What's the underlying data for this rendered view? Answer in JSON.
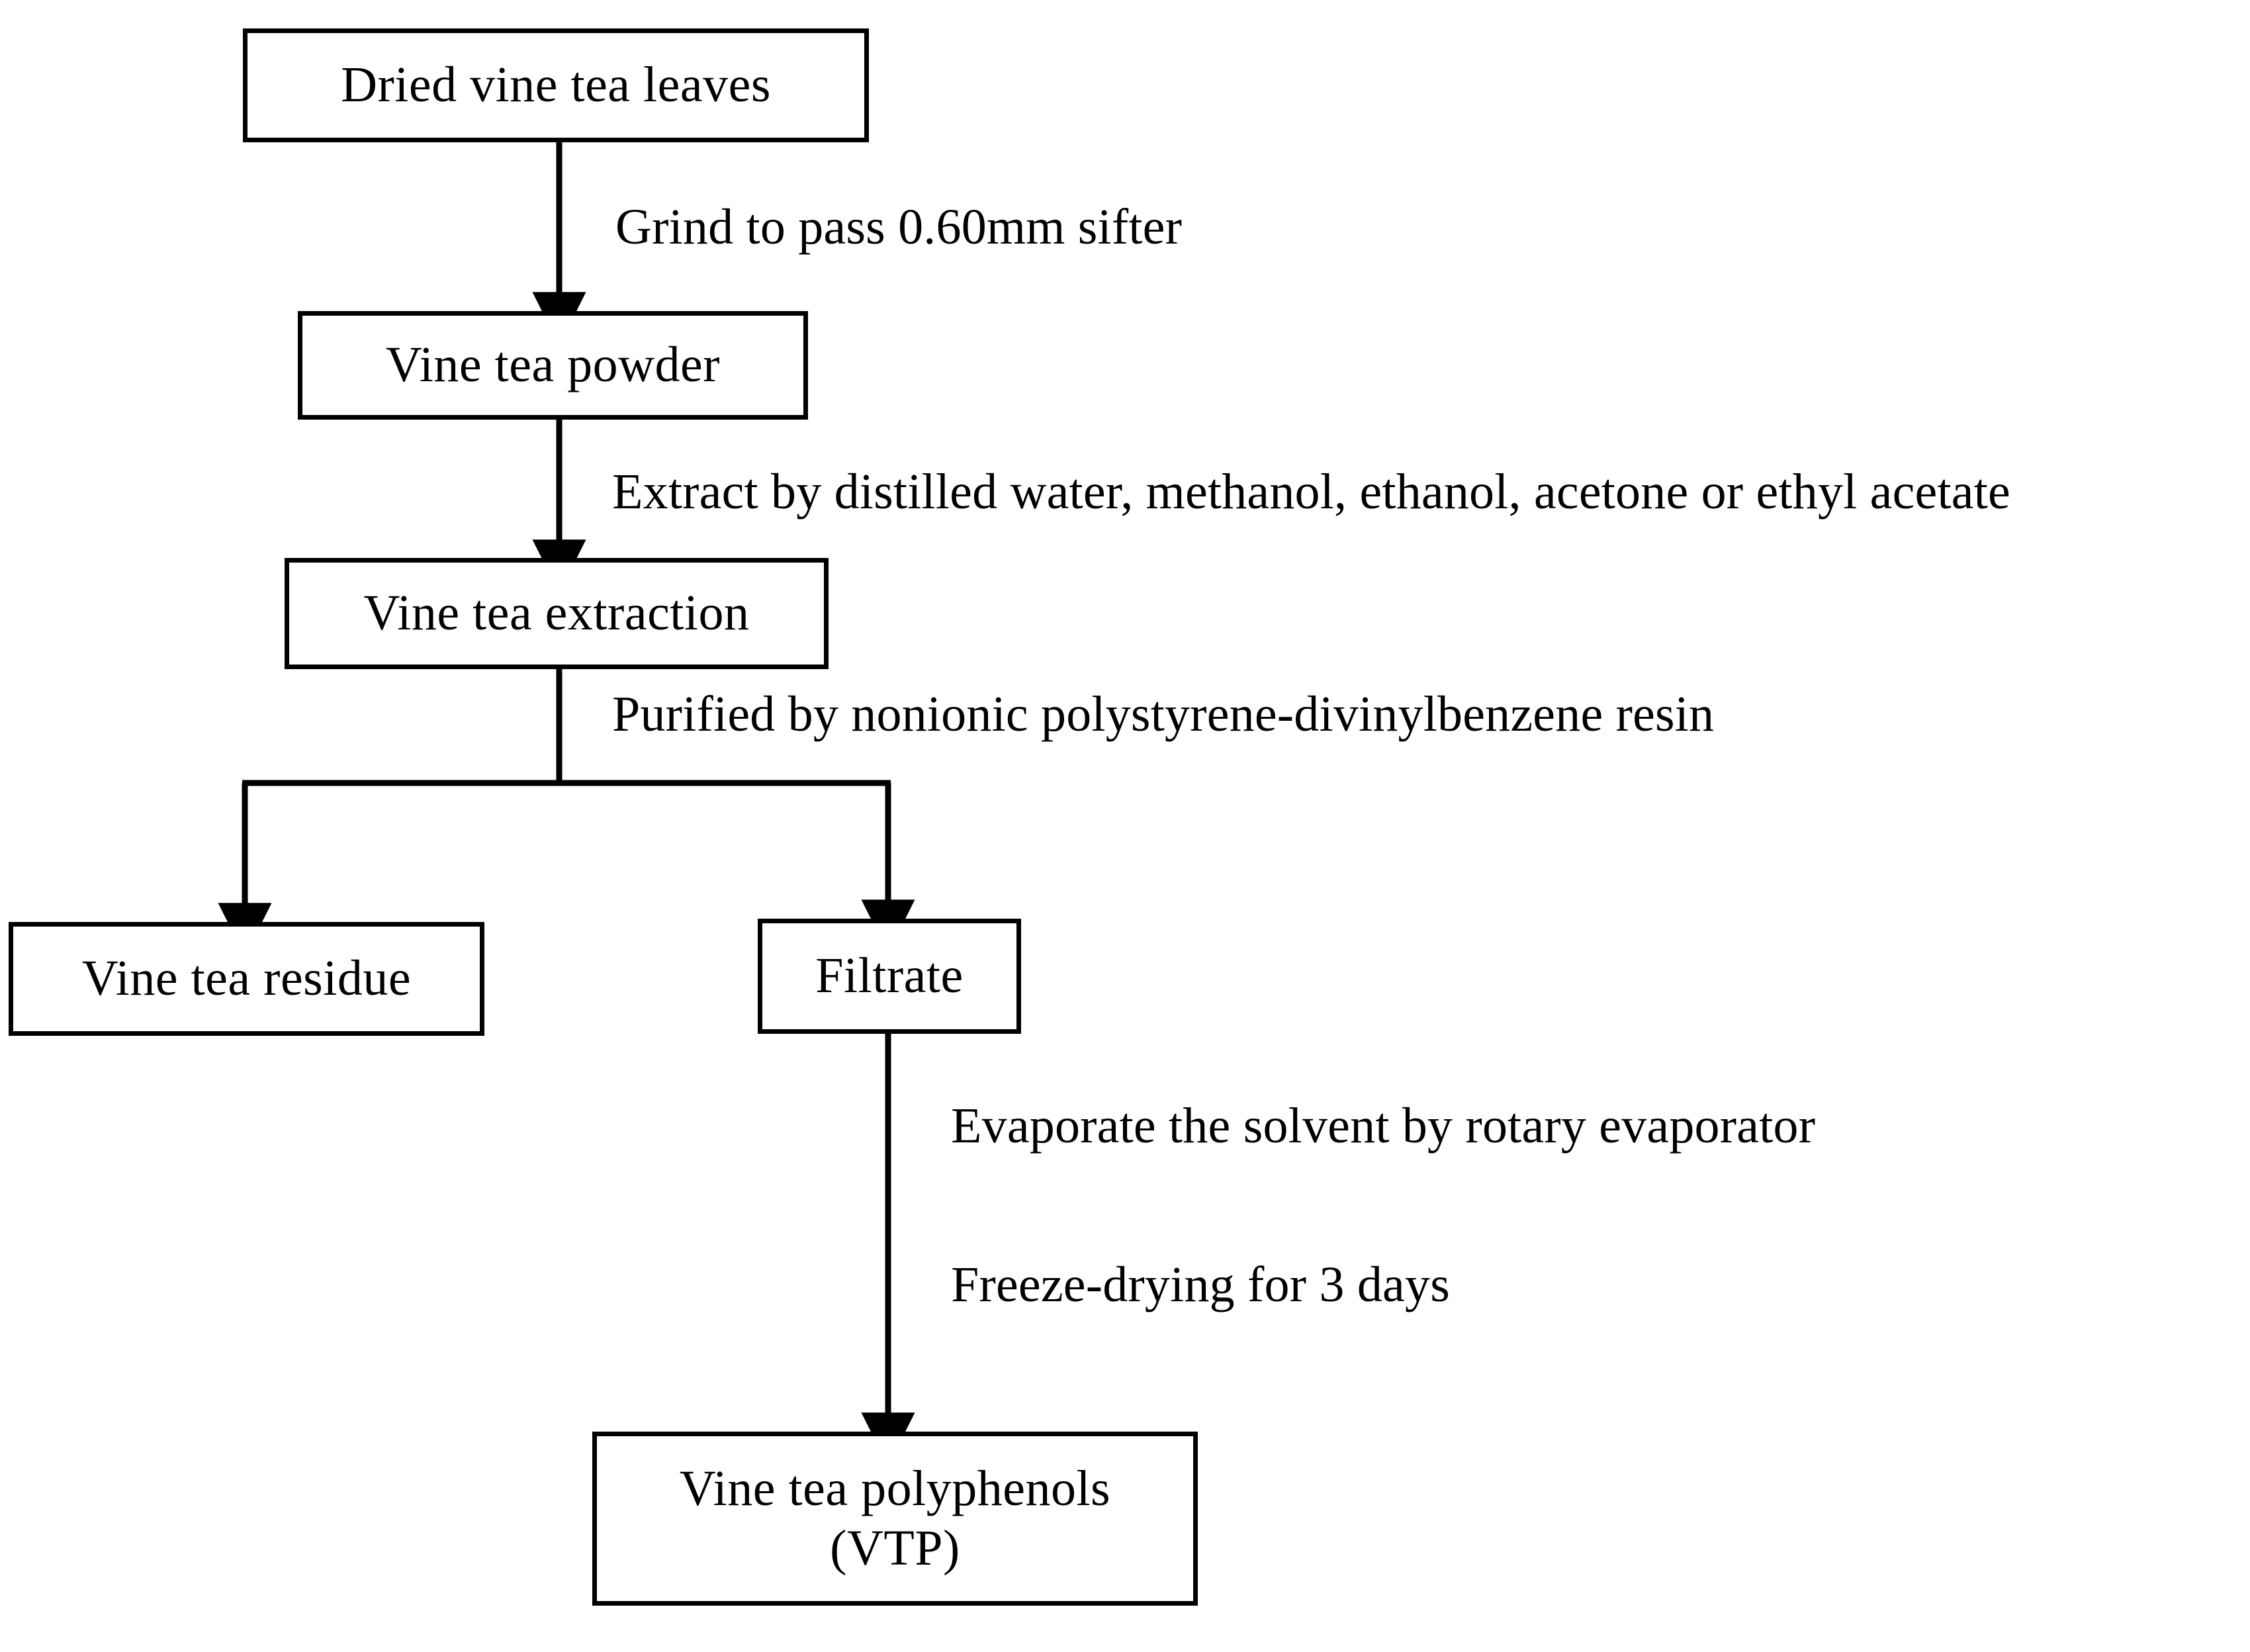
{
  "diagram": {
    "title": "Vine tea polyphenol extraction flow chart",
    "type": "flowchart",
    "background_color": "#ffffff",
    "line_color": "#000000",
    "nodes": [
      {
        "id": "dried-leaves",
        "label": "Dried vine tea leaves"
      },
      {
        "id": "powder",
        "label": "Vine tea powder"
      },
      {
        "id": "extraction",
        "label": "Vine tea extraction"
      },
      {
        "id": "residue",
        "label": "Vine tea residue"
      },
      {
        "id": "filtrate",
        "label": "Filtrate"
      },
      {
        "id": "vtp",
        "label": "Vine tea polyphenols\n(VTP)"
      }
    ],
    "edge_labels": [
      {
        "id": "grind",
        "text": "Grind to pass 0.60mm sifter"
      },
      {
        "id": "extract",
        "text": "Extract by distilled water, methanol, ethanol, acetone or ethyl acetate"
      },
      {
        "id": "purified",
        "text": "Purified by nonionic polystyrene-divinylbenzene resin"
      },
      {
        "id": "evaporate",
        "text": "Evaporate the solvent by rotary evaporator"
      },
      {
        "id": "freeze",
        "text": "Freeze-drying for 3 days"
      }
    ],
    "connections": [
      {
        "from": "dried-leaves",
        "to": "powder",
        "label": "grind"
      },
      {
        "from": "powder",
        "to": "extraction",
        "label": "extract"
      },
      {
        "from": "extraction",
        "to": "residue",
        "label": "purified"
      },
      {
        "from": "extraction",
        "to": "filtrate",
        "label": "purified"
      },
      {
        "from": "filtrate",
        "to": "vtp",
        "label": "evaporate"
      }
    ]
  }
}
